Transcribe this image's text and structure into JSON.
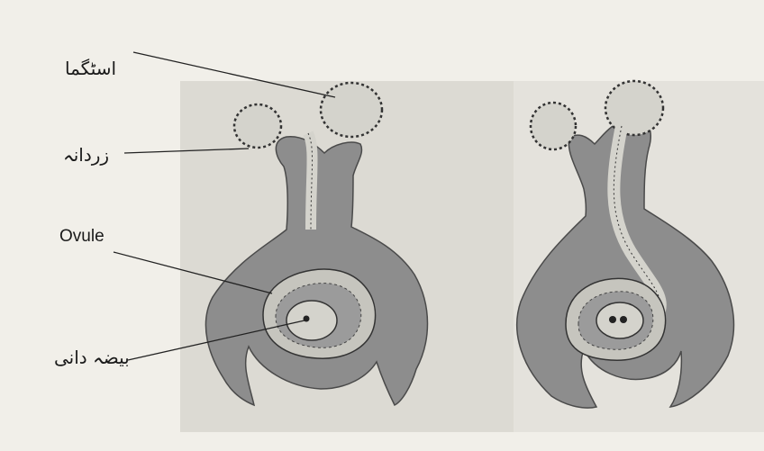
{
  "labels": {
    "stigma": "اسٹگما",
    "pollen": "زردانہ",
    "ovule": "Ovule",
    "egg_cell": "بیضہ دانی"
  },
  "colors": {
    "background": "#f1efe9",
    "panel": "#d9d7cf",
    "tissue": "#8d8d8d",
    "light": "#d4d3cc",
    "line": "#222222"
  }
}
